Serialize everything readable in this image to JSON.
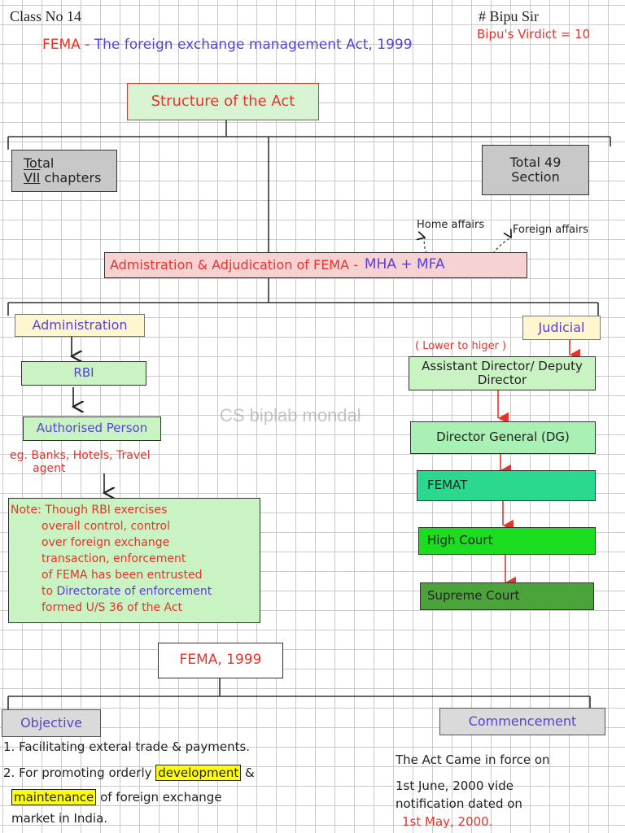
{
  "header": {
    "class_no": "Class No 14",
    "teacher": "# Bipu Sir",
    "verdict": "Bipu's Virdict = 10",
    "title_prefix": "FEMA -",
    "title_rest": "The foreign exchange management Act, 1999"
  },
  "structure": {
    "title": "Structure of the Act",
    "chapters_line1": "Total",
    "chapters_numeral": "VII",
    "chapters_line2": "chapters",
    "sections_line1": "Total 49",
    "sections_line2": "Section"
  },
  "admin_adj": {
    "label": "Admistration & Adjudication of FEMA -",
    "ministries": "MHA + MFA",
    "home_affairs": "Home affairs",
    "foreign_affairs": "Foreign affairs"
  },
  "administration": {
    "label": "Administration",
    "rbi": "RBI",
    "authorised_person": "Authorised Person",
    "example_line1": "eg. Banks, Hotels, Travel",
    "example_line2": "agent",
    "note_label": "Note:",
    "note_line1": "Though RBI exercises",
    "note_line2": "overall control, control",
    "note_line3": "over foreign exchange",
    "note_line4": "transaction, enforcement",
    "note_line5": "of FEMA has been entrusted",
    "note_to": "to",
    "note_directorate": "Directorate of enforcement",
    "note_line7": "formed U/S 36 of the Act"
  },
  "judicial": {
    "label": "Judicial",
    "order": "( Lower to higer )",
    "levels": [
      "Assistant Director/ Deputy Director",
      "Director General (DG)",
      "FEMAT",
      "High Court",
      "Supreme Court"
    ]
  },
  "fema": {
    "title": "FEMA, 1999",
    "objective_label": "Objective",
    "objective_1": "1. Facilitating exteral trade & payments.",
    "objective_2_prefix": "2. For promoting orderly",
    "objective_2_highlight1": "development",
    "objective_2_amp": "&",
    "objective_2_highlight2": "maintenance",
    "objective_2_rest": "of foreign exchange",
    "objective_2_line3": "market in India.",
    "commencement_label": "Commencement",
    "commencement_line1": "The Act Came in force on",
    "commencement_date1": "1st June, 2000 vide",
    "commencement_line3": "notification dated on",
    "commencement_date2": "1st May, 2000."
  },
  "watermark": "CS biplab mondal",
  "colors": {
    "title_box": "#d7f3d2",
    "grey_box": "#c8c8c8",
    "pink_box": "#f6d2d2",
    "yellow_box": "#fdf6cf",
    "green_light": "#c9f3c3",
    "dg_box": "#a8f0b4",
    "femat_box": "#2ad88e",
    "high_court_box": "#19dd1e",
    "supreme_court_box": "#4aa43a",
    "commencement_box": "#dadada"
  }
}
